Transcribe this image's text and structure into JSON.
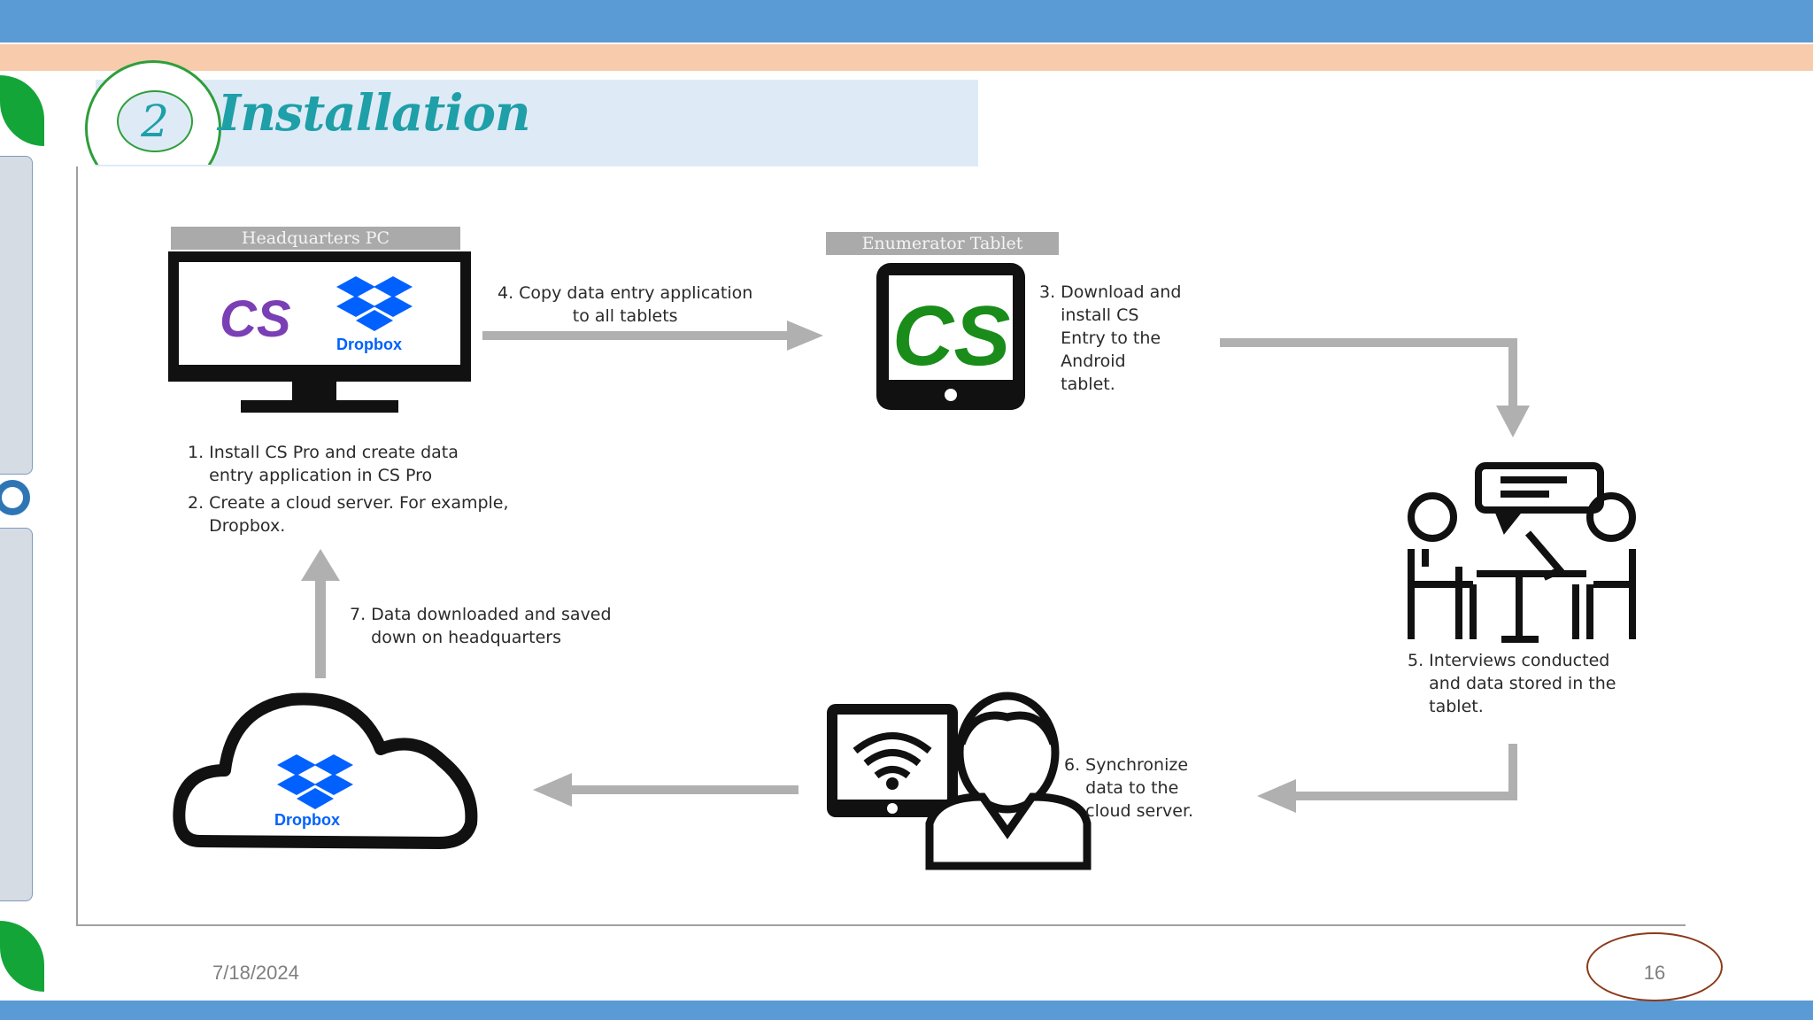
{
  "slide": {
    "section_number": "2",
    "title": "Installation",
    "date": "7/18/2024",
    "page_number": "16"
  },
  "diagram": {
    "hq_label": "Headquarters PC",
    "tablet_label": "Enumerator Tablet",
    "step_1": "1. Install CS Pro and create data\n    entry application in CS Pro",
    "step_2": "2. Create a cloud server. For example,\n    Dropbox.",
    "step_3": "3. Download and\n    install CS\n    Entry to the\n    Android\n    tablet.",
    "step_4": "4. Copy data entry application\nto all tablets",
    "step_5": "5. Interviews conducted\n    and data stored in the\n    tablet.",
    "step_6": "6. Synchronize\n    data to the\n    cloud server.",
    "step_7": "7. Data downloaded and saved\n    down on headquarters",
    "dropbox_label": "Dropbox",
    "cs_logo_text": "CS"
  },
  "colors": {
    "accent_blue": "#5b9bd5",
    "peach": "#f8cbad",
    "title_teal": "#1f9fa8",
    "leaf_green": "#13a538",
    "arrow_gray": "#b0b0b0",
    "dropbox_blue": "#0061fe"
  },
  "icons": [
    "monitor-icon",
    "cs-logo-icon",
    "dropbox-icon",
    "tablet-icon",
    "interview-icon",
    "wifi-tablet-user-icon",
    "cloud-icon"
  ]
}
